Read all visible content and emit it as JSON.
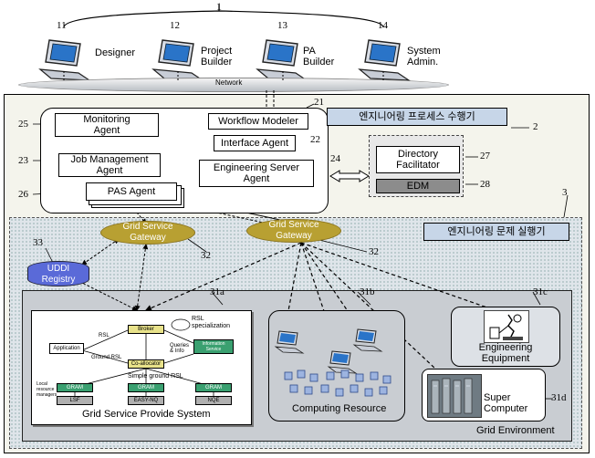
{
  "top_bracket_label": "1",
  "clients": [
    {
      "num": "11",
      "label": "Designer"
    },
    {
      "num": "12",
      "label": "Project\nBuilder"
    },
    {
      "num": "13",
      "label": "PA\nBuilder"
    },
    {
      "num": "14",
      "label": "System\nAdmin."
    }
  ],
  "network_label": "Network",
  "process_env": {
    "title": "엔지니어링 프로세스 수행기",
    "ref": "2",
    "agents": {
      "workflow_modeler": {
        "label": "Workflow Modeler",
        "num": "21"
      },
      "interface_agent": {
        "label": "Interface Agent",
        "num": "22"
      },
      "monitoring_agent": {
        "label": "Monitoring\nAgent",
        "num": "25"
      },
      "job_management_agent": {
        "label": "Job Management\nAgent",
        "num": "23"
      },
      "engineering_server_agent": {
        "label": "Engineering Server\nAgent",
        "num": "24"
      },
      "pas_agent": {
        "label": "PAS Agent",
        "num": "26"
      }
    },
    "directory_facilitator": {
      "label": "Directory\nFacilitator",
      "num": "27"
    },
    "edm": {
      "label": "EDM",
      "num": "28"
    }
  },
  "grid_env": {
    "title": "엔지니어링 문제 실행기",
    "ref": "3",
    "gateway_1": {
      "label": "Grid Service\nGateway",
      "num": "32"
    },
    "gateway_2": {
      "label": "Grid Service\nGateway",
      "num": "32"
    },
    "registry": {
      "label": "UDDI\nRegistry",
      "num": "33"
    },
    "grid_env_label": "Grid Environment",
    "provide_system": {
      "label": "Grid Service Provide System",
      "num": "31a",
      "inner": {
        "application": "Application",
        "broker": "Broker",
        "rsl_specialization": "RSL\nspecialization",
        "information_service": "Information\nService",
        "co_allocator": "Co-allocator",
        "rsl_1": "RSL",
        "ground_rsl": "Ground RSL",
        "queries_info": "Queries\n& Info",
        "simple_ground_rsl": "Simple ground RSL",
        "local_resource_managers": "Local\nresource\nmanagers",
        "gram_1": "GRAM",
        "gram_2": "GRAM",
        "gram_3": "GRAM",
        "lsf": "LSF",
        "eason_nq": "EASY-NQ",
        "nqe": "NQE"
      }
    },
    "computing_resource": {
      "label": "Computing Resource",
      "num": "31b"
    },
    "engineering_equipment": {
      "label": "Engineering\nEquipment",
      "num": "31c"
    },
    "super_computer": {
      "label": "Super\nComputer",
      "num": "31d"
    }
  },
  "colors": {
    "gateway_fill": "#b8a032",
    "registry_fill": "#5a6ad8",
    "grid_bg": "#c4cfd8",
    "sub_bg": "#d9dee4",
    "title_bg": "#c7d6e8"
  }
}
